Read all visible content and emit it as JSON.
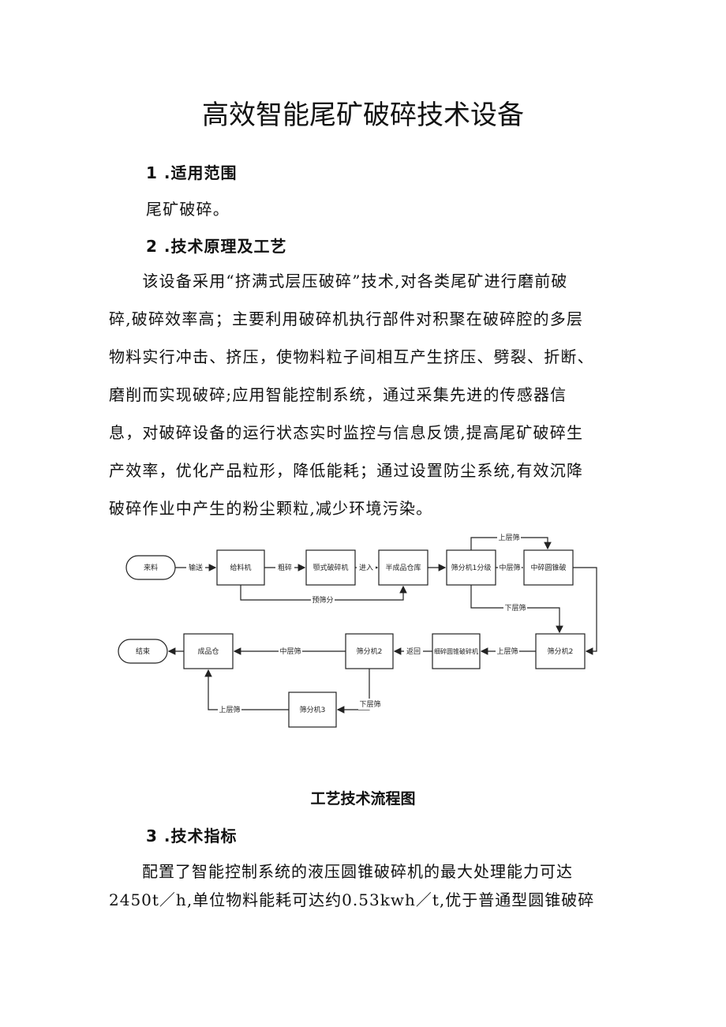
{
  "doc": {
    "title": "高效智能尾矿破碎技术设备",
    "sec1": {
      "heading": "1 .适用范围",
      "text": "尾矿破碎。"
    },
    "sec2": {
      "heading": "2 .技术原理及工艺",
      "lines": [
        "　　该设备采用“挤满式层压破碎”技术,对各类尾矿进行磨前破",
        "碎,破碎效率高；主要利用破碎机执行部件对积聚在破碎腔的多层",
        "物料实行冲击、挤压，使物料粒子间相互产生挤压、劈裂、折断、",
        "磨削而实现破碎;应用智能控制系统，通过采集先进的传感器信",
        "息，对破碎设备的运行状态实时监控与信息反馈,提高尾矿破碎生",
        "产效率，优化产品粒形，降低能耗；通过设置防尘系统,有效沉降",
        "破碎作业中产生的粉尘颗粒,减少环境污染。"
      ]
    },
    "figure_caption": "工艺技术流程图",
    "sec3": {
      "heading": "3 .技术指标",
      "lines": [
        "　　配置了智能控制系统的液压圆锥破碎机的最大处理能力可达",
        "2450t／h,单位物料能耗可达约0.53kwh／t,优于普通型圆锥破碎"
      ]
    }
  },
  "flow": {
    "nodes": {
      "start": "来料",
      "feeder": "给料机",
      "jaw": "颚式破碎机",
      "semi_store": "半成品仓库",
      "screen1": "筛分机1分级",
      "mid_cone": "中碎圆锥破",
      "screen2a": "筛分机2",
      "fine_cone": "细碎圆锥破碎机",
      "screen2b": "筛分机2",
      "product": "成品仓",
      "end": "结束",
      "screen3": "筛分机3"
    },
    "edges": {
      "convey": "输送",
      "coarse": "粗碎",
      "enter": "进入",
      "prescreen": "预筛分",
      "upper1": "上层筛",
      "middle1": "中层筛",
      "lower1": "下层筛",
      "upper2": "上层筛",
      "return": "返回",
      "middle2": "中层筛",
      "lower3": "下层筛",
      "upper3": "上层筛"
    }
  }
}
